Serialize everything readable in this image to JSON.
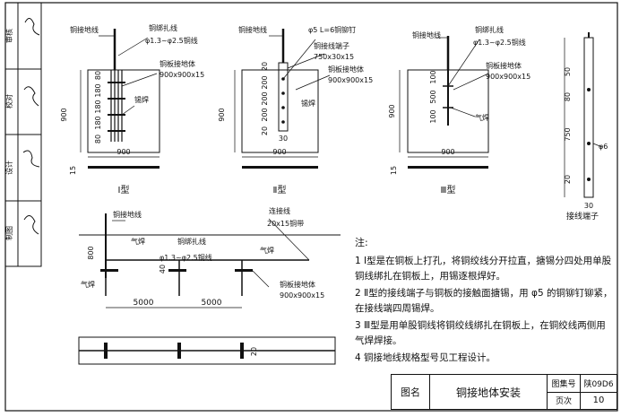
{
  "side_labels": [
    "审核",
    "校对",
    "设计",
    "制图"
  ],
  "type1": {
    "ground_wire": "铜接地线",
    "tie_wire": "铜绑扎线",
    "tie_wire_spec": "φ1.3~φ2.5铜线",
    "plate": "铜板接地体",
    "plate_size": "900x900x15",
    "weld": "锡焊",
    "dim_900_side": "900",
    "dim_900_bottom": "900",
    "dim_15": "15",
    "dims_vertical": [
      "80",
      "180",
      "180",
      "180",
      "80"
    ],
    "caption": "Ⅰ型"
  },
  "type2": {
    "ground_wire": "铜接地线",
    "rivet": "φ5  L=6铜铆钉",
    "terminal": "铜接线端子",
    "terminal_size": "750x30x15",
    "plate": "铜板接地体",
    "plate_size": "900x900x15",
    "weld": "锡焊",
    "dim_900_side": "900",
    "dim_900_bottom": "900",
    "dims_vertical": [
      "20",
      "200",
      "200",
      "200",
      "20"
    ],
    "dim_30": "30",
    "caption": "Ⅱ型"
  },
  "type3": {
    "ground_wire": "铜接地线",
    "tie_wire": "铜绑扎线",
    "tie_wire_spec": "φ1.3~φ2.5铜线",
    "plate": "铜板接地体",
    "plate_size": "900x900x15",
    "weld": "气焊",
    "dim_900_side": "900",
    "dim_900_bottom": "900",
    "dim_15": "15",
    "dims_vertical": [
      "100",
      "500",
      "100"
    ],
    "caption": "Ⅲ型"
  },
  "terminal_detail": {
    "dims": [
      "50",
      "80",
      "750",
      "20"
    ],
    "dim_30": "30",
    "hole": "φ6",
    "caption": "接线端子"
  },
  "install": {
    "ground_wire": "铜接地线",
    "connect_wire": "连接线",
    "connect_spec": "20x15铜带",
    "weld1": "气焊",
    "weld2": "气焊",
    "weld3": "气焊",
    "tie_wire": "铜绑扎线",
    "tie_wire_spec": "φ1.3~φ2.5铜线",
    "plate": "铜板接地体",
    "plate_size": "900x900x15",
    "depth": "800",
    "dim_40": "40",
    "span1": "5000",
    "span2": "5000",
    "dim_20": "20"
  },
  "notes": {
    "title": "注:",
    "items": [
      "1  Ⅰ型是在铜板上打孔，将铜绞线分开拉直，搪锡分四处用单股铜线绑扎在铜板上，用锡逐根焊好。",
      "2  Ⅱ型的接线端子与铜板的接触面搪锡，用 φ5 的铜铆钉铆紧，在接线端四周锡焊。",
      "3  Ⅲ型是用单股铜线将铜绞线绑扎在铜板上，在铜绞线两侧用气焊焊接。",
      "4  铜接地线规格型号见工程设计。"
    ]
  },
  "title_block": {
    "label": "图名",
    "title": "铜接地体安装",
    "atlas_label": "图集号",
    "atlas_value": "陕09D6",
    "page_label": "页次",
    "page_value": "10"
  }
}
